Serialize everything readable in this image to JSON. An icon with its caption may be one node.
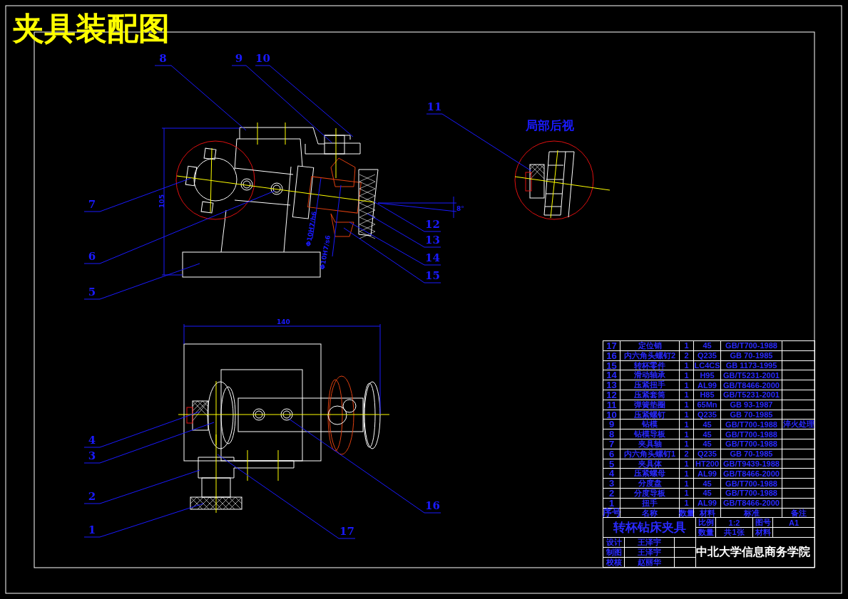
{
  "diagram": {
    "title": "夹具装配图",
    "nodes": [
      {
        "text": [
          "8"
        ]
      },
      {
        "text": [
          "9"
        ]
      },
      {
        "text": [
          "10"
        ]
      },
      {
        "text": [
          "11"
        ]
      },
      {
        "text": [
          "7"
        ]
      },
      {
        "text": [
          "12"
        ]
      },
      {
        "text": [
          "13"
        ]
      },
      {
        "text": [
          "6"
        ]
      },
      {
        "text": [
          "14"
        ]
      },
      {
        "text": [
          "15"
        ]
      },
      {
        "text": [
          "5"
        ]
      },
      {
        "text": [
          "4"
        ]
      },
      {
        "text": [
          "3"
        ]
      },
      {
        "text": [
          "2"
        ]
      },
      {
        "text": [
          "16"
        ]
      },
      {
        "text": [
          "1"
        ]
      },
      {
        "text": [
          "17"
        ]
      },
      {
        "text": [],
        "shape": "picture"
      },
      {
        "text": [],
        "shape": "picture"
      },
      {
        "text": [],
        "shape": "picture",
        "beside": [
          "局部后视"
        ]
      }
    ],
    "edges": [
      {
        "from": 0,
        "to": 17,
        "arrow": "none"
      },
      {
        "from": 1,
        "to": 17,
        "arrow": "none"
      },
      {
        "from": 2,
        "to": 17,
        "arrow": "none"
      },
      {
        "from": 3,
        "to": 19,
        "arrow": "none"
      },
      {
        "from": 4,
        "to": 17,
        "arrow": "none"
      },
      {
        "from": 5,
        "to": 17,
        "arrow": "none"
      },
      {
        "from": 6,
        "to": 17,
        "arrow": "none"
      },
      {
        "from": 7,
        "to": 17,
        "arrow": "none"
      },
      {
        "from": 8,
        "to": 17,
        "arrow": "none"
      },
      {
        "from": 9,
        "to": 17,
        "arrow": "none"
      },
      {
        "from": 10,
        "to": 17,
        "arrow": "none"
      },
      {
        "from": 11,
        "to": 18,
        "arrow": "none"
      },
      {
        "from": 12,
        "to": 18,
        "arrow": "none"
      },
      {
        "from": 13,
        "to": 18,
        "arrow": "none"
      },
      {
        "from": 14,
        "to": 18,
        "arrow": "none"
      },
      {
        "from": 15,
        "to": 18,
        "arrow": "none"
      },
      {
        "from": 16,
        "to": 18,
        "arrow": "none"
      }
    ],
    "labels": [
      "105",
      "Φ10H7/h6",
      "Φ10H7/s6",
      "8°",
      "140",
      "17",
      "定位销",
      "1",
      "45",
      "GB/T700-1988",
      "16",
      "内六角头螺钉2",
      "2",
      "Q235",
      "GB 70-1985",
      "15",
      "转杯零件",
      "1",
      "LC4CS",
      "GB 1173-1995",
      "14",
      "滑动轴承",
      "1",
      "H95",
      "GB/T5231-2001",
      "13",
      "压紧扭手",
      "1",
      "AL99",
      "GB/T8466-2000",
      "12",
      "压紧套筒",
      "1",
      "H85",
      "GB/T5231-2001",
      "11",
      "弹簧垫圈",
      "1",
      "65Mn",
      "GB 93-1987",
      "10",
      "压紧螺钉",
      "1",
      "Q235",
      "GB 70-1985",
      "9",
      "钻模",
      "1",
      "45",
      "GB/T700-1988",
      "淬火处理",
      "8",
      "钻模导板",
      "1",
      "45",
      "GB/T700-1988",
      "7",
      "夹具轴",
      "1",
      "45",
      "GB/T700-1988",
      "6",
      "内六角头螺钉1",
      "2",
      "Q235",
      "GB 70-1985",
      "5",
      "夹具体",
      "1",
      "HT200",
      "GB/T9439-1988",
      "4",
      "压紧螺母",
      "1",
      "AL99",
      "GB/T8466-2000",
      "3",
      "分度盘",
      "1",
      "45",
      "GB/T700-1988",
      "2",
      "分度导板",
      "1",
      "45",
      "GB/T700-1988",
      "1",
      "扭手",
      "1",
      "AL99",
      "GB/T8466-2000",
      "序号",
      "名称",
      "数量",
      "材料",
      "标准",
      "备注",
      "转杯钻床夹具",
      "比例",
      "1:2",
      "图号",
      "A1",
      "数量",
      "共1张",
      "材料",
      "设计",
      "王泽宇",
      "制图",
      "王泽宇",
      "校核",
      "赵丽华",
      "中北大学信息商务学院"
    ]
  }
}
